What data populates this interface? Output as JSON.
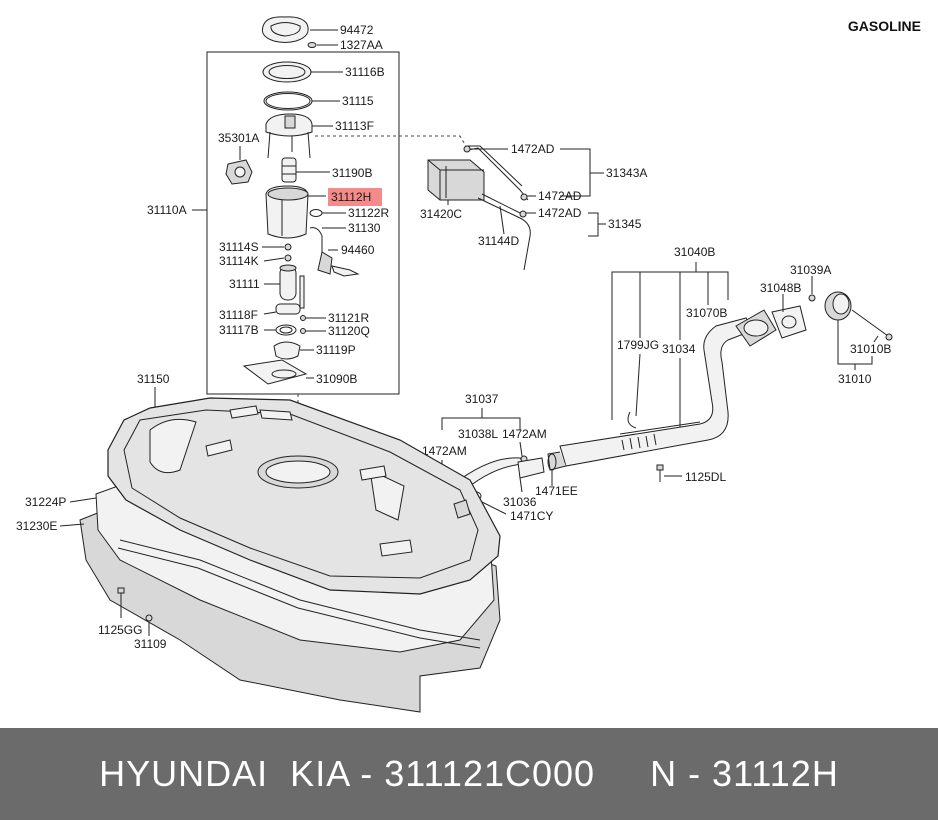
{
  "fuel_type": "GASOLINE",
  "footer": "HYUNDAI  KIA - 311121C000     N - 31112H",
  "highlight_color": "#f58a8a",
  "parts": {
    "p94472": "94472",
    "p1327AA": "1327AA",
    "p31116B": "31116B",
    "p31115": "31115",
    "p31113F": "31113F",
    "p35301A": "35301A",
    "p31190B": "31190B",
    "p31112H": "31112H",
    "p31122R": "31122R",
    "p31110A": "31110A",
    "p31130": "31130",
    "p31114S": "31114S",
    "p94460": "94460",
    "p31114K": "31114K",
    "p31111": "31111",
    "p31118F": "31118F",
    "p31121R": "31121R",
    "p31117B": "31117B",
    "p31120Q": "31120Q",
    "p31119P": "31119P",
    "p31090B": "31090B",
    "p1472AD_a": "1472AD",
    "p31343A": "31343A",
    "p1472AD_b": "1472AD",
    "p31420C": "31420C",
    "p1472AD_c": "1472AD",
    "p31345": "31345",
    "p31144D": "31144D",
    "p31040B": "31040B",
    "p31039A": "31039A",
    "p31048B": "31048B",
    "p31070B": "31070B",
    "p1799JG": "1799JG",
    "p31034": "31034",
    "p31010B": "31010B",
    "p31010": "31010",
    "p31150": "31150",
    "p31037": "31037",
    "p31038L": "31038L",
    "p1472AM_a": "1472AM",
    "p1472AM_b": "1472AM",
    "p1471EE": "1471EE",
    "p31036": "31036",
    "p1471CY": "1471CY",
    "p1125DL": "1125DL",
    "p31224P": "31224P",
    "p31230E": "31230E",
    "p1125GG": "1125GG",
    "p31109": "31109"
  }
}
